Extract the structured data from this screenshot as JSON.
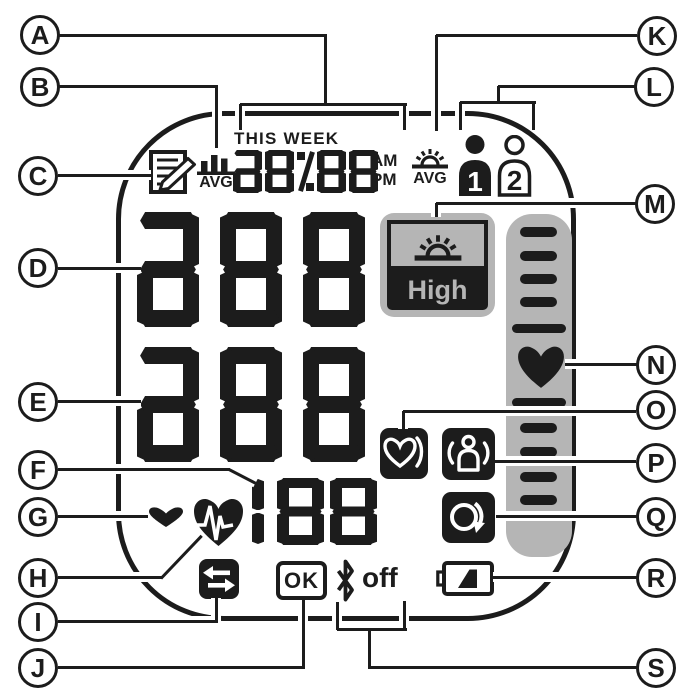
{
  "figure": {
    "type": "blood-pressure-monitor-display-diagram"
  },
  "callouts": [
    "A",
    "B",
    "C",
    "D",
    "E",
    "F",
    "G",
    "H",
    "I",
    "J",
    "K",
    "L",
    "M",
    "N",
    "O",
    "P",
    "Q",
    "R",
    "S"
  ],
  "lcd": {
    "week_label": "THIS WEEK",
    "am": "AM",
    "pm": "PM",
    "week_avg_label": "AVG",
    "morning_avg_label": "AVG",
    "user1": "1",
    "user2": "2",
    "high_label": "High",
    "ok_label": "OK",
    "bluetooth_off_label": "off",
    "values": {
      "date_time": "88:88",
      "systolic": "888",
      "diastolic": "888",
      "pulse": "188"
    },
    "seg": {
      "time": [
        "ABCDEG",
        "ABCDEFG",
        "sep",
        "ABCDEFG",
        "ABCDEFG"
      ],
      "systolic": [
        "ABCDEG",
        "ABCDEFG",
        "ABCDEFG"
      ],
      "diastolic": [
        "ABCDEG",
        "ABCDEFG",
        "ABCDEFG"
      ],
      "pulse": [
        "BC",
        "ABCDEFG",
        "ABCDEFG"
      ]
    },
    "scale": {
      "ticks_above_heart": 4,
      "long_ticks": 2,
      "ticks_below_heart": 4,
      "heart_marker": true
    }
  },
  "icons": [
    "journal-memo-icon",
    "weekly-average-chart-icon",
    "morning-sun-avg-icon",
    "user-1-icon",
    "user-2-icon",
    "morning-sun-icon",
    "heart-level-icon",
    "irregular-heartbeat-icon",
    "body-movement-icon",
    "repeat-measurement-icon",
    "pulse-heart-icon",
    "heartbeat-ecg-icon",
    "sync-arrows-icon",
    "bluetooth-icon",
    "battery-low-icon",
    "ok-badge"
  ],
  "colors": {
    "ink": "#1c1c1c",
    "lcd_gray": "#b5b5b5",
    "background": "#ffffff"
  }
}
